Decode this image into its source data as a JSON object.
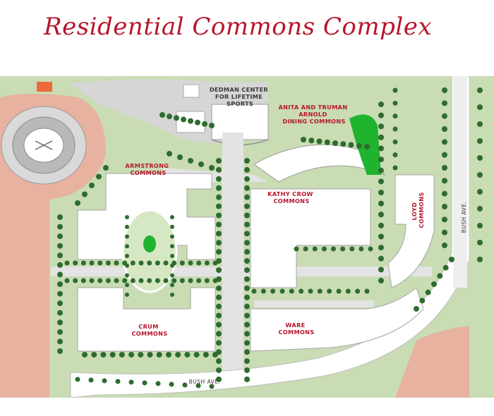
{
  "title": "Residential Commons Complex",
  "colors": {
    "title": "#b8162b",
    "lawn": "#c9dcb4",
    "lawn_dark": "#a9c693",
    "building": "#ffffff",
    "paving": "#dcdcdc",
    "terracotta": "#e8b2a0",
    "tree": "#2f6b2f",
    "accent_green": "#1fb32e",
    "accent_orange": "#ee6a3a",
    "label_red": "#b8162b"
  },
  "labels": {
    "dedman": [
      "DEDMAN CENTER",
      "FOR LIFETIME",
      "SPORTS"
    ],
    "arnold": [
      "ANITA AND TRUMAN",
      "ARNOLD",
      "DINING COMMONS"
    ],
    "armstrong": [
      "ARMSTRONG",
      "COMMONS"
    ],
    "kathy_crow": [
      "KATHY CROW",
      "COMMONS"
    ],
    "loyd": [
      "LOYD",
      "COMMONS"
    ],
    "crum": [
      "CRUM",
      "COMMONS"
    ],
    "ware": [
      "WARE",
      "COMMONS"
    ],
    "bush_ave_bottom": "BUSH AVE.",
    "bush_ave_right": "BUSH AVE."
  }
}
